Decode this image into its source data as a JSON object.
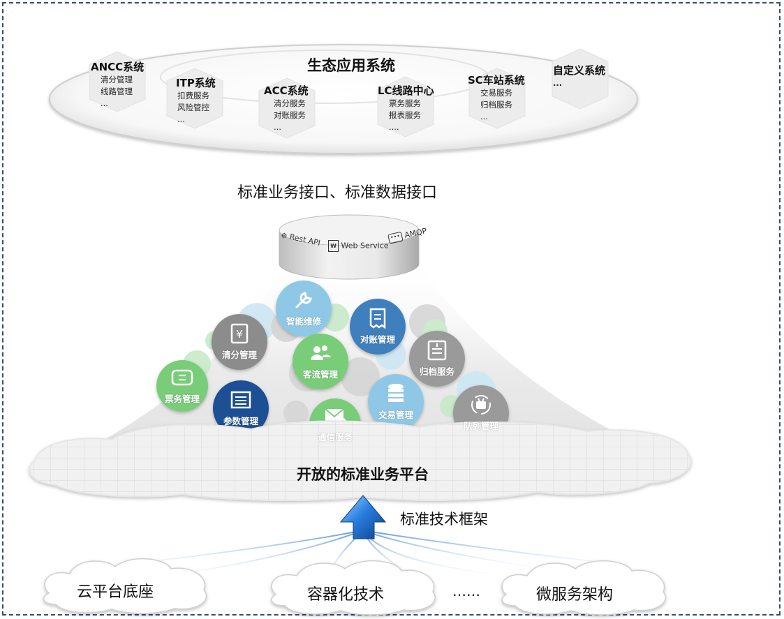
{
  "eco": {
    "title": "生态应用系统",
    "systems": [
      {
        "name": "ANCC系统",
        "items": [
          "清分管理",
          "线路管理",
          "..."
        ]
      },
      {
        "name": "ITP系统",
        "items": [
          "扣费服务",
          "风险管控",
          "..."
        ]
      },
      {
        "name": "ACC系统",
        "items": [
          "清分服务",
          "对账服务",
          "..."
        ]
      },
      {
        "name": "LC线路中心",
        "items": [
          "票务服务",
          "报表服务",
          "...."
        ]
      },
      {
        "name": "SC车站系统",
        "items": [
          "交易服务",
          "归档服务",
          "..."
        ]
      },
      {
        "name": "自定义系统",
        "items": [
          "..."
        ]
      }
    ]
  },
  "interface_label": "标准业务接口、标准数据接口",
  "protocols": [
    "Rest API",
    "Web Service",
    "AMQP"
  ],
  "services": [
    {
      "name": "智能维修",
      "icon": "wrench-icon",
      "color": "#8fc8e6"
    },
    {
      "name": "对账管理",
      "icon": "receipt-icon",
      "color": "#3f7fbd"
    },
    {
      "name": "清分管理",
      "icon": "clipboard-yen-icon",
      "color": "#8c8c8c"
    },
    {
      "name": "客流管理",
      "icon": "people-icon",
      "color": "#79cd79"
    },
    {
      "name": "归档服务",
      "icon": "archive-icon",
      "color": "#9a9a9a"
    },
    {
      "name": "票务管理",
      "icon": "ticket-icon",
      "color": "#79cd79"
    },
    {
      "name": "参数管理",
      "icon": "list-icon",
      "color": "#1b4f93"
    },
    {
      "name": "交易管理",
      "icon": "database-icon",
      "color": "#8fc8e6"
    },
    {
      "name": "通信服务",
      "icon": "mail-icon",
      "color": "#79cd79"
    },
    {
      "name": "队列管理",
      "icon": "queue-icon",
      "color": "#9a9a9a"
    }
  ],
  "platform_label": "开放的标准业务平台",
  "framework_label": "标准技术框架",
  "foundations": [
    "云平台底座",
    "容器化技术",
    "……",
    "微服务架构"
  ],
  "colors": {
    "blue": "#1b4f93",
    "light_blue": "#8fc8e6",
    "green": "#79cd79",
    "gray": "#9a9a9a",
    "frame": "#2e4d7b"
  }
}
